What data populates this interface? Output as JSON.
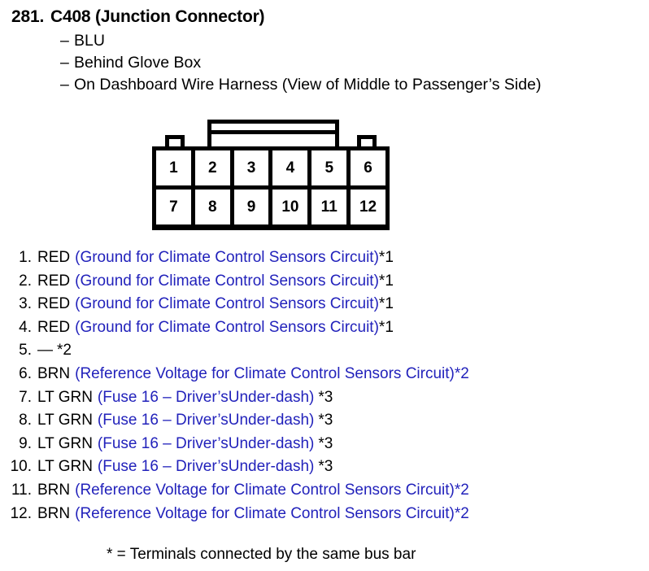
{
  "header": {
    "number": "281.",
    "name": "C408 (Junction Connector)",
    "bullets": [
      {
        "dash": "–",
        "text": "BLU"
      },
      {
        "dash": "–",
        "text": "Behind Glove Box"
      },
      {
        "dash": "–",
        "text": "On Dashboard Wire Harness (View of Middle to Passenger’s Side)"
      }
    ]
  },
  "connector": {
    "top_row": [
      "1",
      "2",
      "3",
      "4",
      "5",
      "6"
    ],
    "bottom_row": [
      "7",
      "8",
      "9",
      "10",
      "11",
      "12"
    ]
  },
  "pins": [
    {
      "num": "1.",
      "color": "RED",
      "desc": "(Ground for Climate Control Sensors Circuit)",
      "note": "*1",
      "note_blue": false,
      "note_spaced": false
    },
    {
      "num": "2.",
      "color": "RED",
      "desc": "(Ground for Climate Control Sensors Circuit)",
      "note": "*1",
      "note_blue": false,
      "note_spaced": false
    },
    {
      "num": "3.",
      "color": "RED",
      "desc": "(Ground for Climate Control Sensors Circuit)",
      "note": "*1",
      "note_blue": false,
      "note_spaced": false
    },
    {
      "num": "4.",
      "color": "RED",
      "desc": "(Ground for Climate Control Sensors Circuit)",
      "note": "*1",
      "note_blue": false,
      "note_spaced": false
    },
    {
      "num": "5.",
      "color": "—",
      "desc": "",
      "note": "*2",
      "note_blue": false,
      "note_spaced": true
    },
    {
      "num": "6.",
      "color": "BRN",
      "desc": "(Reference Voltage for Climate Control Sensors Circuit)",
      "note": "*2",
      "note_blue": true,
      "note_spaced": false
    },
    {
      "num": "7.",
      "color": "LT GRN",
      "desc": "(Fuse 16 – Driver’sUnder-dash)",
      "note": "*3",
      "note_blue": false,
      "note_spaced": true
    },
    {
      "num": "8.",
      "color": "LT GRN",
      "desc": "(Fuse 16 – Driver’sUnder-dash)",
      "note": "*3",
      "note_blue": false,
      "note_spaced": true
    },
    {
      "num": "9.",
      "color": "LT GRN",
      "desc": "(Fuse 16 – Driver’sUnder-dash)",
      "note": "*3",
      "note_blue": false,
      "note_spaced": true
    },
    {
      "num": "10.",
      "color": "LT GRN",
      "desc": "(Fuse 16 – Driver’sUnder-dash)",
      "note": "*3",
      "note_blue": false,
      "note_spaced": true
    },
    {
      "num": "11.",
      "color": "BRN",
      "desc": "(Reference Voltage for Climate Control Sensors Circuit)",
      "note": "*2",
      "note_blue": true,
      "note_spaced": false
    },
    {
      "num": "12.",
      "color": "BRN",
      "desc": "(Reference Voltage for Climate Control Sensors Circuit)",
      "note": "*2",
      "note_blue": true,
      "note_spaced": false
    }
  ],
  "footnote": "* = Terminals connected by the same bus bar",
  "colors": {
    "text": "#000000",
    "circuit_blue": "#2222bb",
    "background": "#ffffff"
  }
}
